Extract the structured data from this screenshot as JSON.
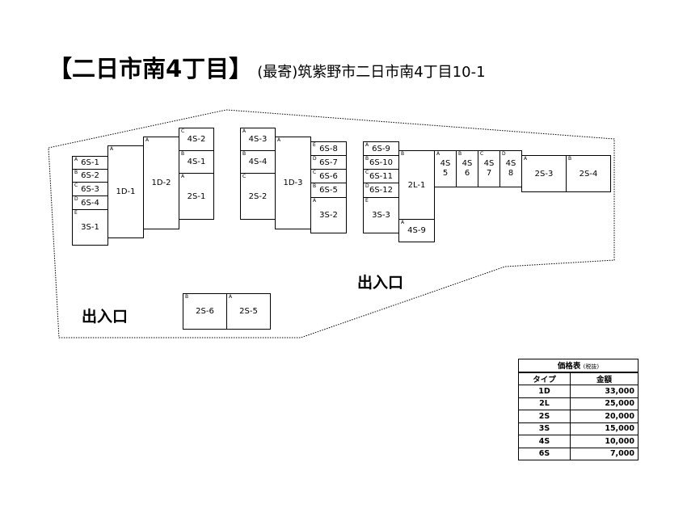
{
  "header": {
    "title": "【二日市南4丁目】",
    "address": "(最寄)筑紫野市二日市南4丁目10-1"
  },
  "exits": [
    "出入口",
    "出入口"
  ],
  "units": [
    {
      "id": "u1",
      "label": "6S-1",
      "sub": "A"
    },
    {
      "id": "u2",
      "label": "6S-2",
      "sub": "B"
    },
    {
      "id": "u3",
      "label": "6S-3",
      "sub": "C"
    },
    {
      "id": "u4",
      "label": "6S-4",
      "sub": "D"
    },
    {
      "id": "u5",
      "label": "3S-1",
      "sub": "E"
    },
    {
      "id": "u6",
      "label": "1D-1",
      "sub": "A"
    },
    {
      "id": "u7",
      "label": "1D-2",
      "sub": "A"
    },
    {
      "id": "u8",
      "label": "4S-2",
      "sub": "C"
    },
    {
      "id": "u9",
      "label": "4S-1",
      "sub": "B"
    },
    {
      "id": "u10",
      "label": "2S-1",
      "sub": "A"
    },
    {
      "id": "u11",
      "label": "4S-3",
      "sub": "A"
    },
    {
      "id": "u12",
      "label": "4S-4",
      "sub": "B"
    },
    {
      "id": "u13",
      "label": "2S-2",
      "sub": "C"
    },
    {
      "id": "u14",
      "label": "1D-3",
      "sub": "A"
    },
    {
      "id": "u15",
      "label": "6S-8",
      "sub": "E"
    },
    {
      "id": "u16",
      "label": "6S-7",
      "sub": "D"
    },
    {
      "id": "u17",
      "label": "6S-6",
      "sub": "C"
    },
    {
      "id": "u18",
      "label": "6S-5",
      "sub": "B"
    },
    {
      "id": "u19",
      "label": "3S-2",
      "sub": "A"
    },
    {
      "id": "u20",
      "label": "6S-9",
      "sub": "A"
    },
    {
      "id": "u21",
      "label": "6S-10",
      "sub": "B"
    },
    {
      "id": "u22",
      "label": "6S-11",
      "sub": "C"
    },
    {
      "id": "u23",
      "label": "6S-12",
      "sub": "D"
    },
    {
      "id": "u24",
      "label": "3S-3",
      "sub": "E"
    },
    {
      "id": "u25",
      "label": "2L-1",
      "sub": "B"
    },
    {
      "id": "u26",
      "label": "4S-9",
      "sub": "A"
    },
    {
      "id": "u27",
      "label": "4S\n5",
      "sub": "A"
    },
    {
      "id": "u28",
      "label": "4S\n6",
      "sub": "B"
    },
    {
      "id": "u29",
      "label": "4S\n7",
      "sub": "C"
    },
    {
      "id": "u30",
      "label": "4S\n8",
      "sub": "D"
    },
    {
      "id": "u31",
      "label": "2S-3",
      "sub": "A"
    },
    {
      "id": "u32",
      "label": "2S-4",
      "sub": "B"
    },
    {
      "id": "u33",
      "label": "2S-6",
      "sub": "B"
    },
    {
      "id": "u34",
      "label": "2S-5",
      "sub": "A"
    }
  ],
  "price_table": {
    "caption": "価格表",
    "caption_note": "(税抜)",
    "headers": [
      "タイプ",
      "金額"
    ],
    "rows": [
      {
        "type": "1D",
        "price": "33,000"
      },
      {
        "type": "2L",
        "price": "25,000"
      },
      {
        "type": "2S",
        "price": "20,000"
      },
      {
        "type": "3S",
        "price": "15,000"
      },
      {
        "type": "4S",
        "price": "10,000"
      },
      {
        "type": "6S",
        "price": "7,000"
      }
    ]
  }
}
